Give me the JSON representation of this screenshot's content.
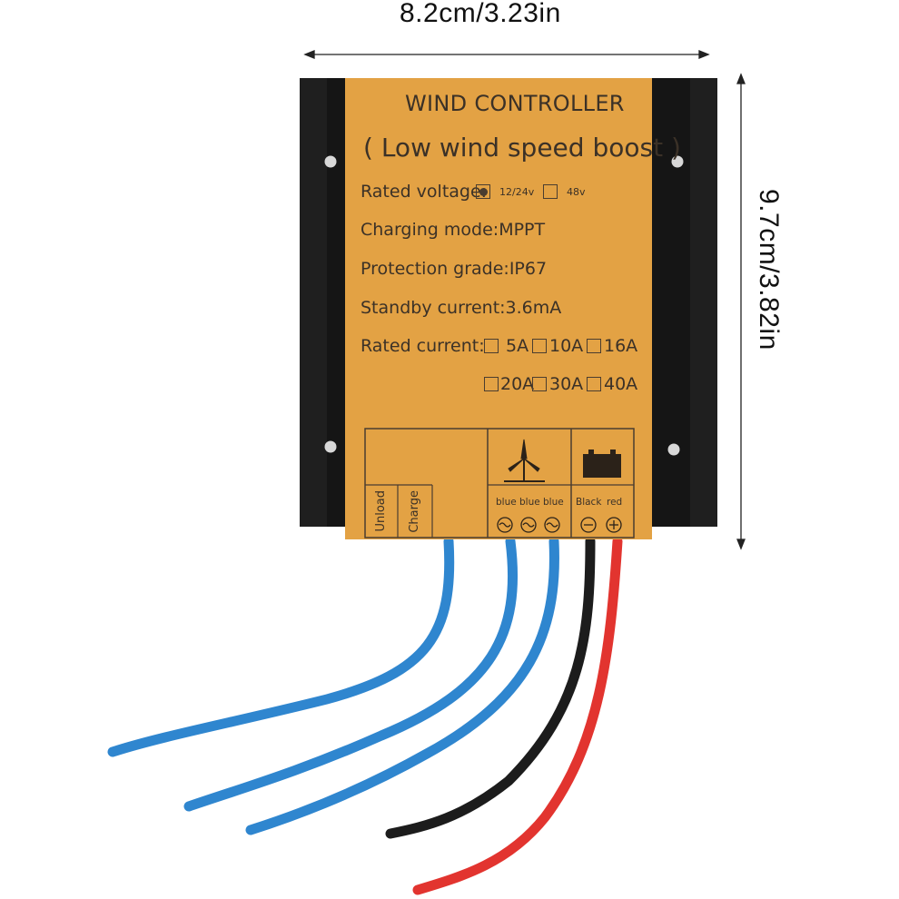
{
  "dimensions": {
    "width_label": "8.2cm/3.23in",
    "height_label": "9.7cm/3.82in"
  },
  "controller": {
    "title": "WIND CONTROLLER",
    "subtitle": "( Low wind speed boost )",
    "rated_voltage_label": "Rated voltage:",
    "voltage_options": [
      "12/24v",
      "48v"
    ],
    "selected_voltage": "12/24v",
    "charging_mode": "Charging mode:MPPT",
    "protection_grade": "Protection grade:IP67",
    "standby_current": "Standby current:3.6mA",
    "rated_current_label": "Rated current:",
    "current_options_row1": [
      "5A",
      "10A",
      "16A"
    ],
    "current_options_row2": [
      "20A",
      "30A",
      "40A"
    ],
    "unload_label": "Unload",
    "charge_label": "Charge",
    "wire_labels": [
      "blue",
      "blue",
      "blue",
      "Black",
      "red"
    ],
    "battery_minus": "-",
    "battery_plus": "+"
  },
  "colors": {
    "label_face": "#e3a244",
    "housing": "#141414",
    "wire_blue": "#2f86cf",
    "wire_black": "#1a1a1a",
    "wire_red": "#e2342f"
  }
}
